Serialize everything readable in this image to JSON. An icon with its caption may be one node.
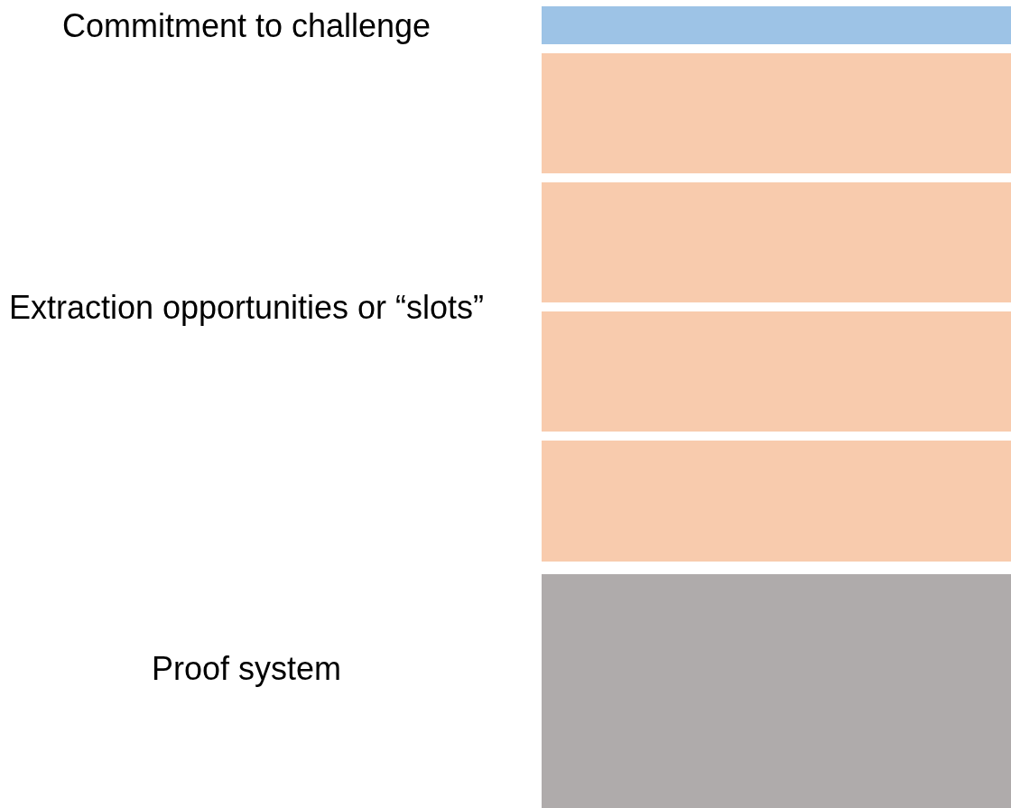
{
  "diagram": {
    "nodes": [
      {
        "text": [],
        "shape": "bar"
      },
      {
        "text": [],
        "shape": "bar"
      },
      {
        "text": [],
        "shape": "bar"
      },
      {
        "text": [],
        "shape": "bar"
      },
      {
        "text": [],
        "shape": "bar"
      },
      {
        "text": [],
        "shape": "bar"
      }
    ],
    "labels": [
      "Commitment to challenge",
      "Extraction opportunities or “slots”",
      "Proof system"
    ]
  }
}
